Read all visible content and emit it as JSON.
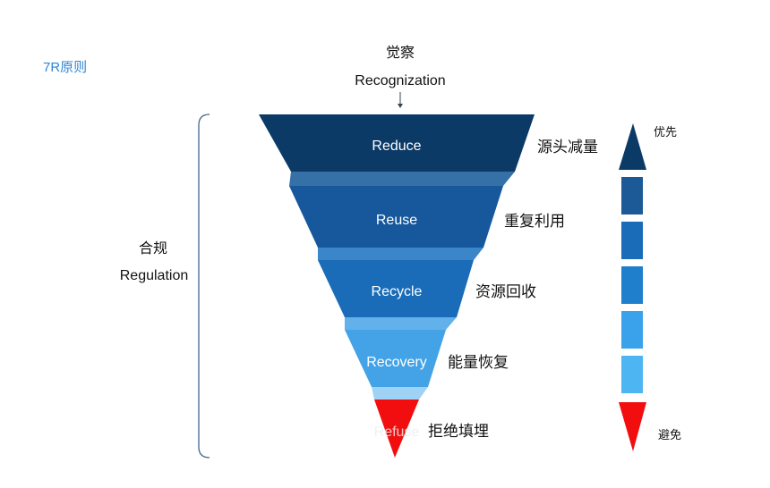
{
  "title": "7R原则",
  "top": {
    "cn": "觉察",
    "en": "Recognization"
  },
  "left": {
    "cn": "合规",
    "en": "Regulation"
  },
  "layers": [
    {
      "name": "Reduce",
      "label": "源头减量",
      "color": "#0c3a67"
    },
    {
      "name": "Reuse",
      "label": "重复利用",
      "color": "#16589b"
    },
    {
      "name": "Recycle",
      "label": "资源回收",
      "color": "#1a6cb8"
    },
    {
      "name": "Recovery",
      "label": "能量恢复",
      "color": "#44a3e6"
    },
    {
      "name": "Refuse",
      "label": "拒绝填埋",
      "color": "#f20e0e"
    }
  ],
  "band_colors": [
    "#3570a7",
    "#3a86c9",
    "#62b1ea",
    "#9fd3f5"
  ],
  "scale": {
    "top_label": "优先",
    "bottom_label": "避免",
    "top_color": "#0c3a67",
    "segment_colors": [
      "#1b5a97",
      "#1a6bb8",
      "#1f7fcd",
      "#3aa2eb",
      "#4db5f2"
    ],
    "bottom_color": "#f20e0e"
  },
  "colors": {
    "title": "#2e86d4",
    "bracket": "#44678c",
    "arrow": "#334455"
  }
}
